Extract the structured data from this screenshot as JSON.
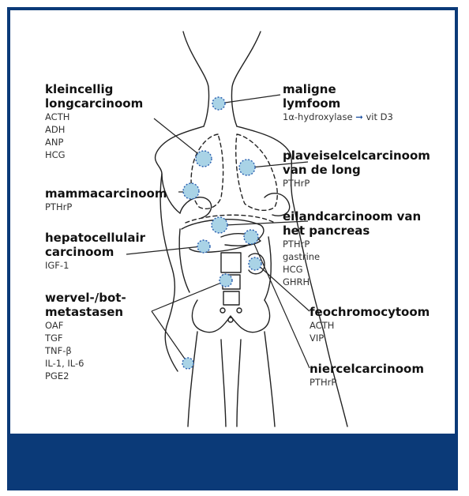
{
  "groups": {
    "kleincellig": {
      "title": [
        "kleincellig",
        "longcarcinoom"
      ],
      "items": [
        "ACTH",
        "ADH",
        "ANP",
        "HCG"
      ]
    },
    "mamma": {
      "title": [
        "mammacarcinoom"
      ],
      "items": [
        "PTHrP"
      ]
    },
    "hepato": {
      "title": [
        "hepatocellulair",
        "carcinoom"
      ],
      "items": [
        "IGF-1"
      ]
    },
    "wervel": {
      "title": [
        "wervel-/bot-",
        "metastasen"
      ],
      "items": [
        "OAF",
        "TGF",
        "TNF-β",
        "IL-1, IL-6",
        "PGE2"
      ]
    },
    "lymfoom": {
      "title": [
        "maligne",
        "lymfoom"
      ],
      "item_left": "1α-hydroxylase",
      "item_arrow": "➞",
      "item_right": "vit D3"
    },
    "plaveisel": {
      "title": [
        "plaveiselcelcarcinoom",
        "van de long"
      ],
      "items": [
        "PTHrP"
      ]
    },
    "eiland": {
      "title": [
        "eilandcarcinoom van",
        "het pancreas"
      ],
      "items": [
        "PTHrP",
        "gastrine",
        "HCG",
        "GHRH"
      ]
    },
    "feo": {
      "title": [
        "feochromocytoom"
      ],
      "items": [
        "ACTH",
        "VIP"
      ]
    },
    "nier": {
      "title": [
        "niercelcarcinoom"
      ],
      "items": [
        "PTHrP"
      ]
    }
  },
  "colors": {
    "frame": "#0b3a78",
    "footer": "#0b3a78",
    "tumor_fill": "#a9d3e6",
    "tumor_dots": "#2a5fb0",
    "arrow": "#1b4fa0"
  }
}
